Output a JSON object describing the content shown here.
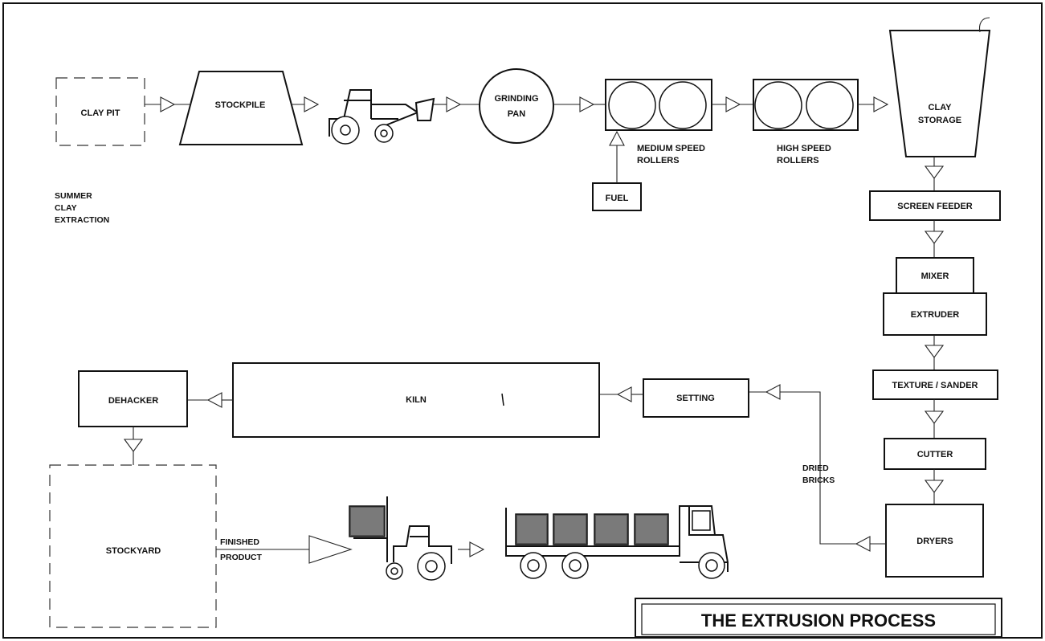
{
  "title": "THE EXTRUSION PROCESS",
  "nodes": {
    "clay_pit": "CLAY PIT",
    "stockpile": "STOCKPILE",
    "grinding_pan": [
      "GRINDING",
      "PAN"
    ],
    "medium_speed_rollers": [
      "MEDIUM SPEED",
      "ROLLERS"
    ],
    "high_speed_rollers": [
      "HIGH SPEED",
      "ROLLERS"
    ],
    "fuel": "FUEL",
    "clay_storage": [
      "CLAY",
      "STORAGE"
    ],
    "screen_feeder": "SCREEN FEEDER",
    "mixer": "MIXER",
    "extruder": "EXTRUDER",
    "texture_sander": "TEXTURE / SANDER",
    "cutter": "CUTTER",
    "dryers": "DRYERS",
    "setting": "SETTING",
    "kiln": "KILN",
    "dehacker": "DEHACKER",
    "stockyard": "STOCKYARD"
  },
  "annotations": {
    "summer_clay_extraction": [
      "SUMMER",
      "CLAY",
      "EXTRACTION"
    ],
    "dried_bricks": [
      "DRIED",
      "BRICKS"
    ],
    "finished_product": [
      "FINISHED",
      "PRODUCT"
    ]
  },
  "icons": [
    "front-loader-icon",
    "forklift-icon",
    "flatbed-truck-icon"
  ]
}
